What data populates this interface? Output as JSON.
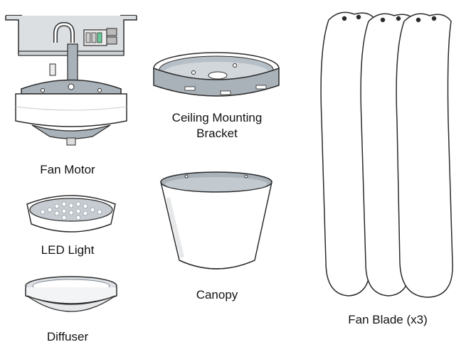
{
  "labels": {
    "fan_motor": "Fan Motor",
    "led_light": "LED Light",
    "diffuser": "Diffuser",
    "mounting_line1": "Ceiling Mounting",
    "mounting_line2": "Bracket",
    "canopy": "Canopy",
    "fan_blade": "Fan Blade (x3)"
  },
  "colors": {
    "outline": "#2b2b2b",
    "metal": "#a9b1b9",
    "metal_dark": "#7d8790",
    "white_part": "#ffffff",
    "shade": "#e6e8ea"
  }
}
